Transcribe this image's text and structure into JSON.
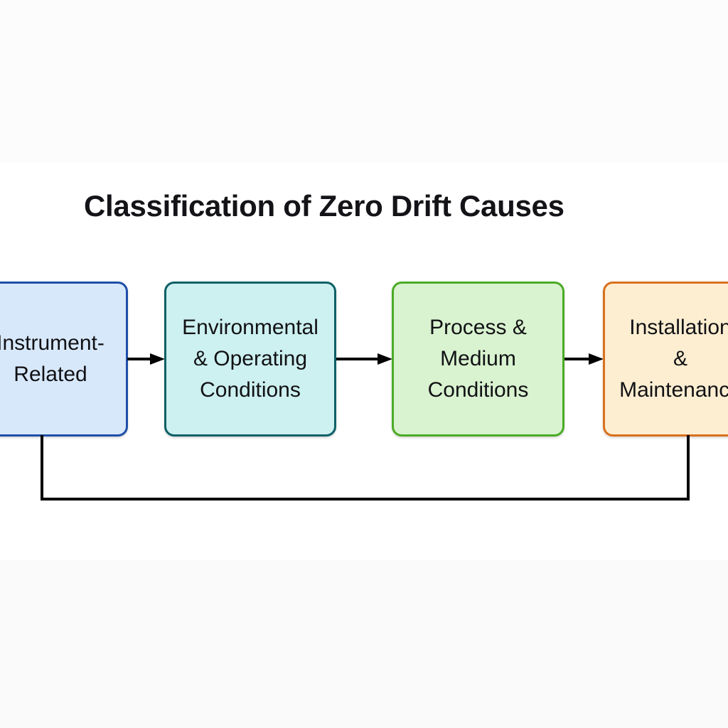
{
  "diagram": {
    "title": "Classification of Zero Drift Causes",
    "type": "flow",
    "orientation": "horizontal",
    "background_color": "#fbfbfc",
    "title_color": "#141418",
    "connector_color": "#000000",
    "nodes": [
      {
        "id": "instrument-related",
        "label": "Instrument-\nRelated",
        "fill": "#d8e8fb",
        "border": "#1f4fa8",
        "clipped": "left"
      },
      {
        "id": "environmental-operating-conditions",
        "label": "Environmental\n& Operating\nConditions",
        "fill": "#cdf0f0",
        "border": "#0d6066",
        "clipped": "none"
      },
      {
        "id": "process-medium-conditions",
        "label": "Process &\nMedium\nConditions",
        "fill": "#d9f2d0",
        "border": "#4bab25",
        "clipped": "none"
      },
      {
        "id": "installation-maintenance",
        "label": "Installation\n&\nMaintenance",
        "fill": "#fdeed2",
        "border": "#d9711d",
        "clipped": "right"
      }
    ],
    "arrows": [
      {
        "id": "arrow-instrument-to-environmental",
        "from": "instrument-related",
        "to": "environmental-operating-conditions",
        "style": "solid-filled-head"
      },
      {
        "id": "arrow-environmental-to-process",
        "from": "environmental-operating-conditions",
        "to": "process-medium-conditions",
        "style": "solid-filled-head"
      },
      {
        "id": "arrow-process-to-installation",
        "from": "process-medium-conditions",
        "to": "installation-maintenance",
        "style": "solid-filled-head"
      }
    ],
    "feedback_connector": {
      "id": "feedback-connector",
      "from": "instrument-related",
      "to": "installation-maintenance",
      "style": "orthogonal-below",
      "label": ""
    }
  }
}
